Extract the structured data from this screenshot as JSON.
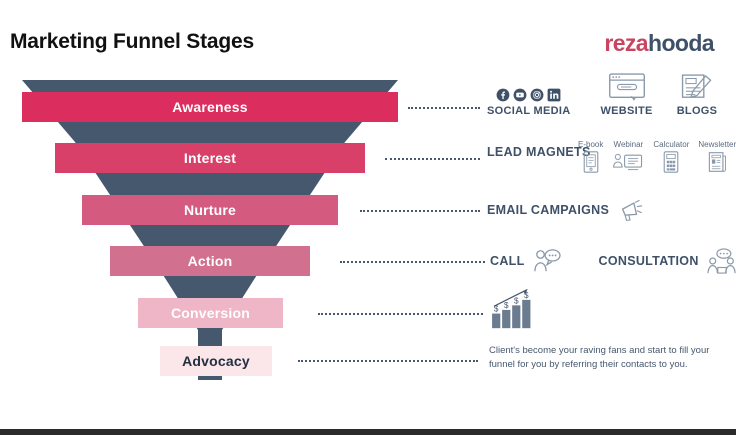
{
  "header": {
    "title": "Marketing Funnel Stages",
    "logo_part1": "reza",
    "logo_part2": "hooda",
    "logo_color1": "#c9445f",
    "logo_color2": "#3f5168"
  },
  "funnel": {
    "body_color": "#46586d",
    "stages": [
      {
        "label": "Awareness",
        "bar_color": "#dc2e5e",
        "text_color": "#ffffff"
      },
      {
        "label": "Interest",
        "bar_color": "#d8406a",
        "text_color": "#ffffff"
      },
      {
        "label": "Nurture",
        "bar_color": "#d45a7f",
        "text_color": "#ffffff"
      },
      {
        "label": "Action",
        "bar_color": "#d1708f",
        "text_color": "#ffffff"
      },
      {
        "label": "Conversion",
        "bar_color": "#eeb6c6",
        "text_color": "#ffffff"
      },
      {
        "label": "Advocacy",
        "bar_color": "#fbe6ea",
        "text_color": "#223041"
      }
    ]
  },
  "annotations": {
    "row1": {
      "label": "SOCIAL MEDIA",
      "social_icons": [
        "facebook-icon",
        "youtube-icon",
        "instagram-icon",
        "linkedin-icon"
      ],
      "items": [
        {
          "caption": "WEBSITE",
          "icon": "browser-window-icon"
        },
        {
          "caption": "BLOGS",
          "icon": "blog-pencil-icon"
        }
      ]
    },
    "row2": {
      "label": "LEAD MAGNETS",
      "items": [
        {
          "caption": "E-book",
          "icon": "ebook-icon"
        },
        {
          "caption": "Webinar",
          "icon": "webinar-icon"
        },
        {
          "caption": "Calculator",
          "icon": "calculator-icon"
        },
        {
          "caption": "Newsletter",
          "icon": "newsletter-icon"
        }
      ]
    },
    "row3": {
      "label": "EMAIL CAMPAIGNS",
      "icon": "megaphone-icon"
    },
    "row4": {
      "label_a": "CALL",
      "icon_a": "person-speech-bubble-icon",
      "label_b": "CONSULTATION",
      "icon_b": "two-people-meeting-icon"
    },
    "row5": {
      "icon": "growth-dollar-chart-icon"
    },
    "row6": {
      "text": "Client's become your raving fans and start to fill your funnel for you by referring their contacts to you."
    }
  }
}
